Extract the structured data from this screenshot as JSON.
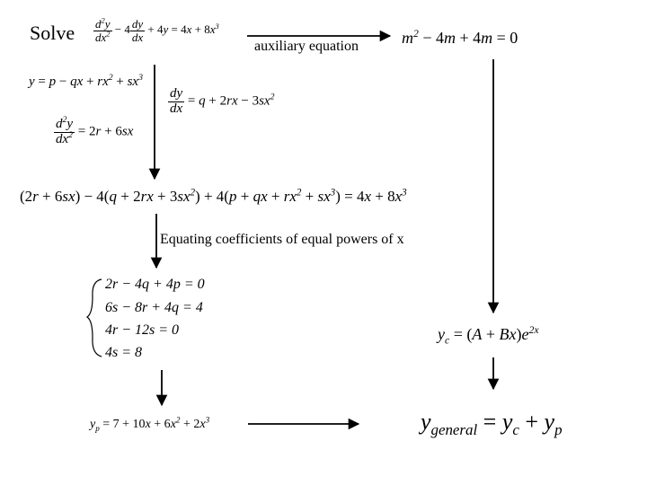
{
  "solve_label": "Solve",
  "auxiliary_label": "auxiliary equation",
  "equating_label": "Equating coefficients of equal powers of x",
  "system_equations": [
    "2r − 4q + 4p = 0",
    "6s − 8r + 4q = 4",
    "4r − 12s = 0",
    "4s = 8"
  ]
}
